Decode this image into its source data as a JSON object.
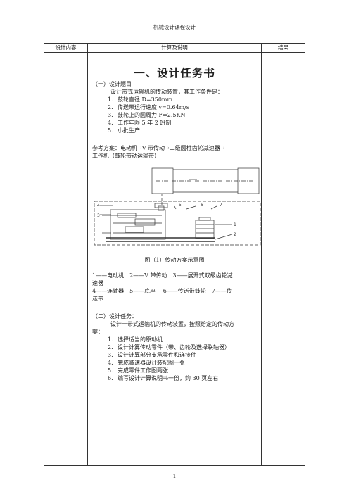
{
  "header": {
    "title": "机械设计课程设计"
  },
  "table_headers": {
    "col1": "设计内容",
    "col2": "计算及说明",
    "col3": "结果"
  },
  "main": {
    "title": "一、设计任务书",
    "section1": {
      "heading": "（一）设计题目",
      "intro": "设计带式运输机的传动装置，其工作条件是：",
      "items": [
        {
          "n": "1.",
          "text": "鼓轮直径 D=350mm"
        },
        {
          "n": "2.",
          "text": "传送带运行速度 v=0.64m/s"
        },
        {
          "n": "3.",
          "text": "鼓轮上的圆周力 F=2.5KN"
        },
        {
          "n": "4.",
          "text": "工作年限 5 年 2 班制"
        },
        {
          "n": "5.",
          "text": "小批生产"
        }
      ]
    },
    "reference_line1": "参考方案：电动机→V 带传动→二级圆柱齿轮减速器→",
    "reference_line2": "工作机（鼓轮带动运输带）",
    "diagram_labels": {
      "l1": "1",
      "l2": "2",
      "l3": "3",
      "l4": "4",
      "l5": "5",
      "l6": "6",
      "l7": "7"
    },
    "caption": "图（1）传动方案示意图",
    "legend_line1": "1——电动机　2——V 带传动　3——展开式双级齿轮减",
    "legend_line2": "速器",
    "legend_line3": "4——连轴器　5——底座　 6——传送带鼓轮　7——传",
    "legend_line4": "送带",
    "section2": {
      "heading": "（二）设计任务：",
      "intro_line1": "设计一带式运输机的传动装置，按照给定的传动方",
      "intro_line2": "案：",
      "items": [
        {
          "n": "1.",
          "text": "选择适当的原动机"
        },
        {
          "n": "2.",
          "text": "设计计算传动零件（带、齿轮及选择联轴器）"
        },
        {
          "n": "3.",
          "text": "设计计算部分支承零件和连接件"
        },
        {
          "n": "4.",
          "text": "完成减速器设计装配图一张"
        },
        {
          "n": "5.",
          "text": "完成零件工作图两张"
        },
        {
          "n": "6.",
          "text": "编写设计计算说明书一份，约 30 页左右"
        }
      ]
    }
  },
  "page_number": "1"
}
